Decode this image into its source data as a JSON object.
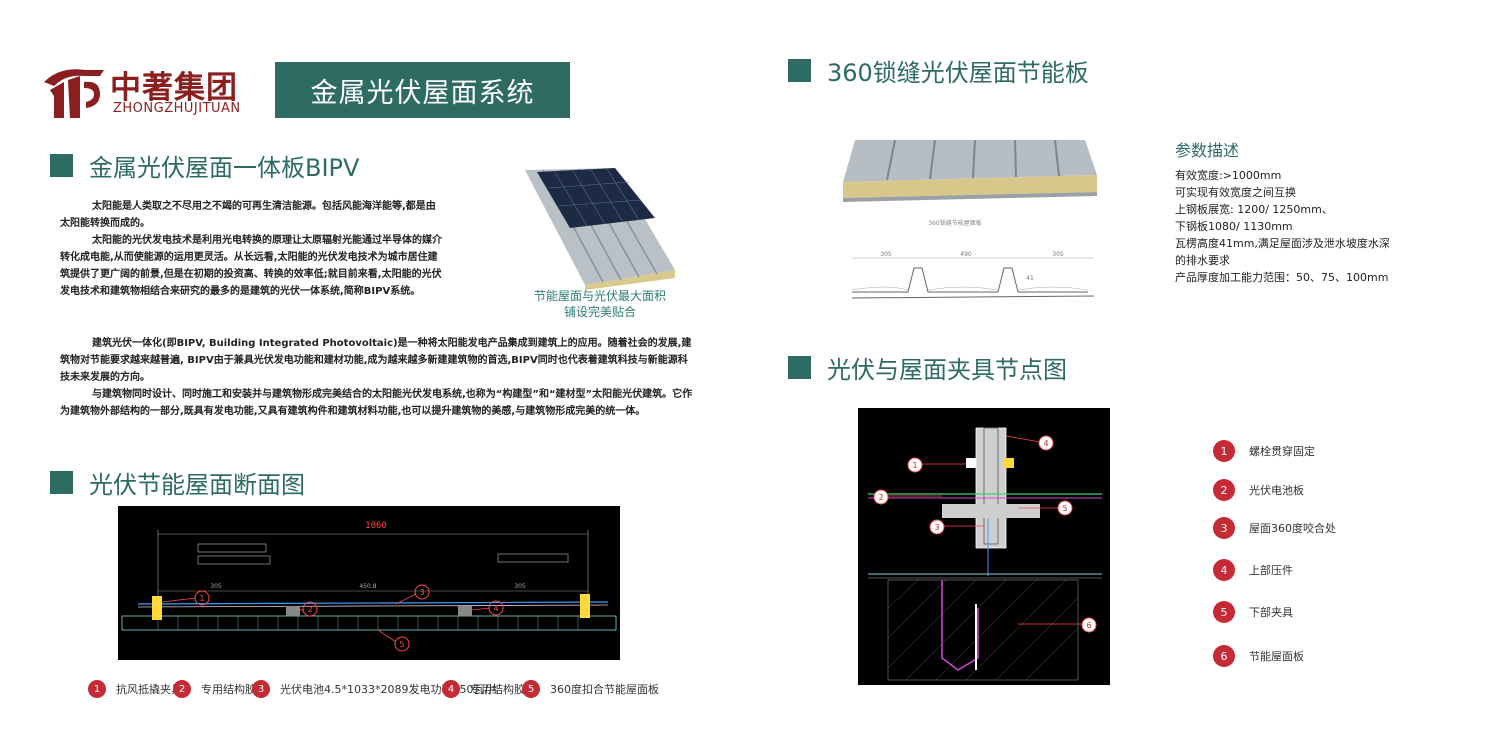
{
  "logo": {
    "name_cn": "中著集团",
    "name_en": "ZHONGZHUJITUAN"
  },
  "banner": {
    "title": "金属光伏屋面系统"
  },
  "sections": {
    "bipv": {
      "title": "金属光伏屋面一体板BIPV"
    },
    "cross_section": {
      "title": "光伏节能屋面断面图"
    },
    "panel": {
      "title": "360锁缝光伏屋面节能板"
    },
    "clamp": {
      "title": "光伏与屋面夹具节点图"
    }
  },
  "intro": {
    "p1": "太阳能是人类取之不尽用之不竭的可再生清洁能源。包括风能海洋能等,都是由太阳能转换而成的。",
    "p2": "太阳能的光伏发电技术是利用光电转换的原理让太原辐射光能通过半导体的媒介转化成电能,从而使能源的运用更灵活。从长远看,太阳能的光伏发电技术为城市居住建筑提供了更广阔的前景,但是在初期的投资高、转换的效率低;就目前来看,太阳能的光伏发电技术和建筑物相结合来研究的最多的是建筑的光伏一体系统,简称BIPV系统。",
    "p3": "建筑光伏一体化(即BIPV, Building Integrated Photovoltaic)是一种将太阳能发电产品集成到建筑上的应用。随着社会的发展,建筑物对节能要求越来越普遍, BIPV由于兼具光伏发电功能和建材功能,成为越来越多新建建筑物的首选,BIPV同时也代表着建筑科技与新能源科技未来发展的方向。",
    "p4": "与建筑物同时设计、同时施工和安装并与建筑物形成完美结合的太阳能光伏发电系统,也称为“构建型”和“建材型”太阳能光伏建筑。它作为建筑物外部结构的一部分,既具有发电功能,又具有建筑构件和建筑材料功能,也可以提升建筑物的美感,与建筑物形成完美的统一体。"
  },
  "product_caption": {
    "line1": "节能屋面与光伏最大面积",
    "line2": "铺设完美贴合"
  },
  "cross_section_drawing": {
    "dim_total": "1060",
    "dim_left": "305",
    "dim_mid": "450.8",
    "dim_right": "305"
  },
  "cross_legend": [
    {
      "num": "1",
      "label": "抗风抵撬夹具"
    },
    {
      "num": "2",
      "label": "专用结构胶"
    },
    {
      "num": "3",
      "label": "光伏电池4.5*1033*2089发电功率450瓦/片"
    },
    {
      "num": "4",
      "label": "专用结构胶"
    },
    {
      "num": "5",
      "label": "360度扣合节能屋面板"
    }
  ],
  "panel_drawing": {
    "caption": "360锁缝节能屋面板",
    "dim_left": "305",
    "dim_mid": "490",
    "dim_right": "305",
    "dim_height": "41"
  },
  "params": {
    "title": "参数描述",
    "lines": [
      "有效宽度:>1000mm",
      "可实现有效宽度之间互换",
      "上钢板展宽: 1200/ 1250mm、",
      "下钢板1080/ 1130mm",
      "瓦楞高度41mm,满足屋面涉及泄水坡度水深",
      "的排水要求",
      "产品厚度加工能力范围：50、75、100mm"
    ]
  },
  "clamp_legend": [
    {
      "num": "1",
      "label": "螺栓贯穿固定"
    },
    {
      "num": "2",
      "label": "光伏电池板"
    },
    {
      "num": "3",
      "label": "屋面360度咬合处"
    },
    {
      "num": "4",
      "label": "上部压件"
    },
    {
      "num": "5",
      "label": "下部夹具"
    },
    {
      "num": "6",
      "label": "节能屋面板"
    }
  ],
  "colors": {
    "accent": "#2e6b63",
    "brand": "#8b1e1e",
    "marker": "#c62a34"
  }
}
